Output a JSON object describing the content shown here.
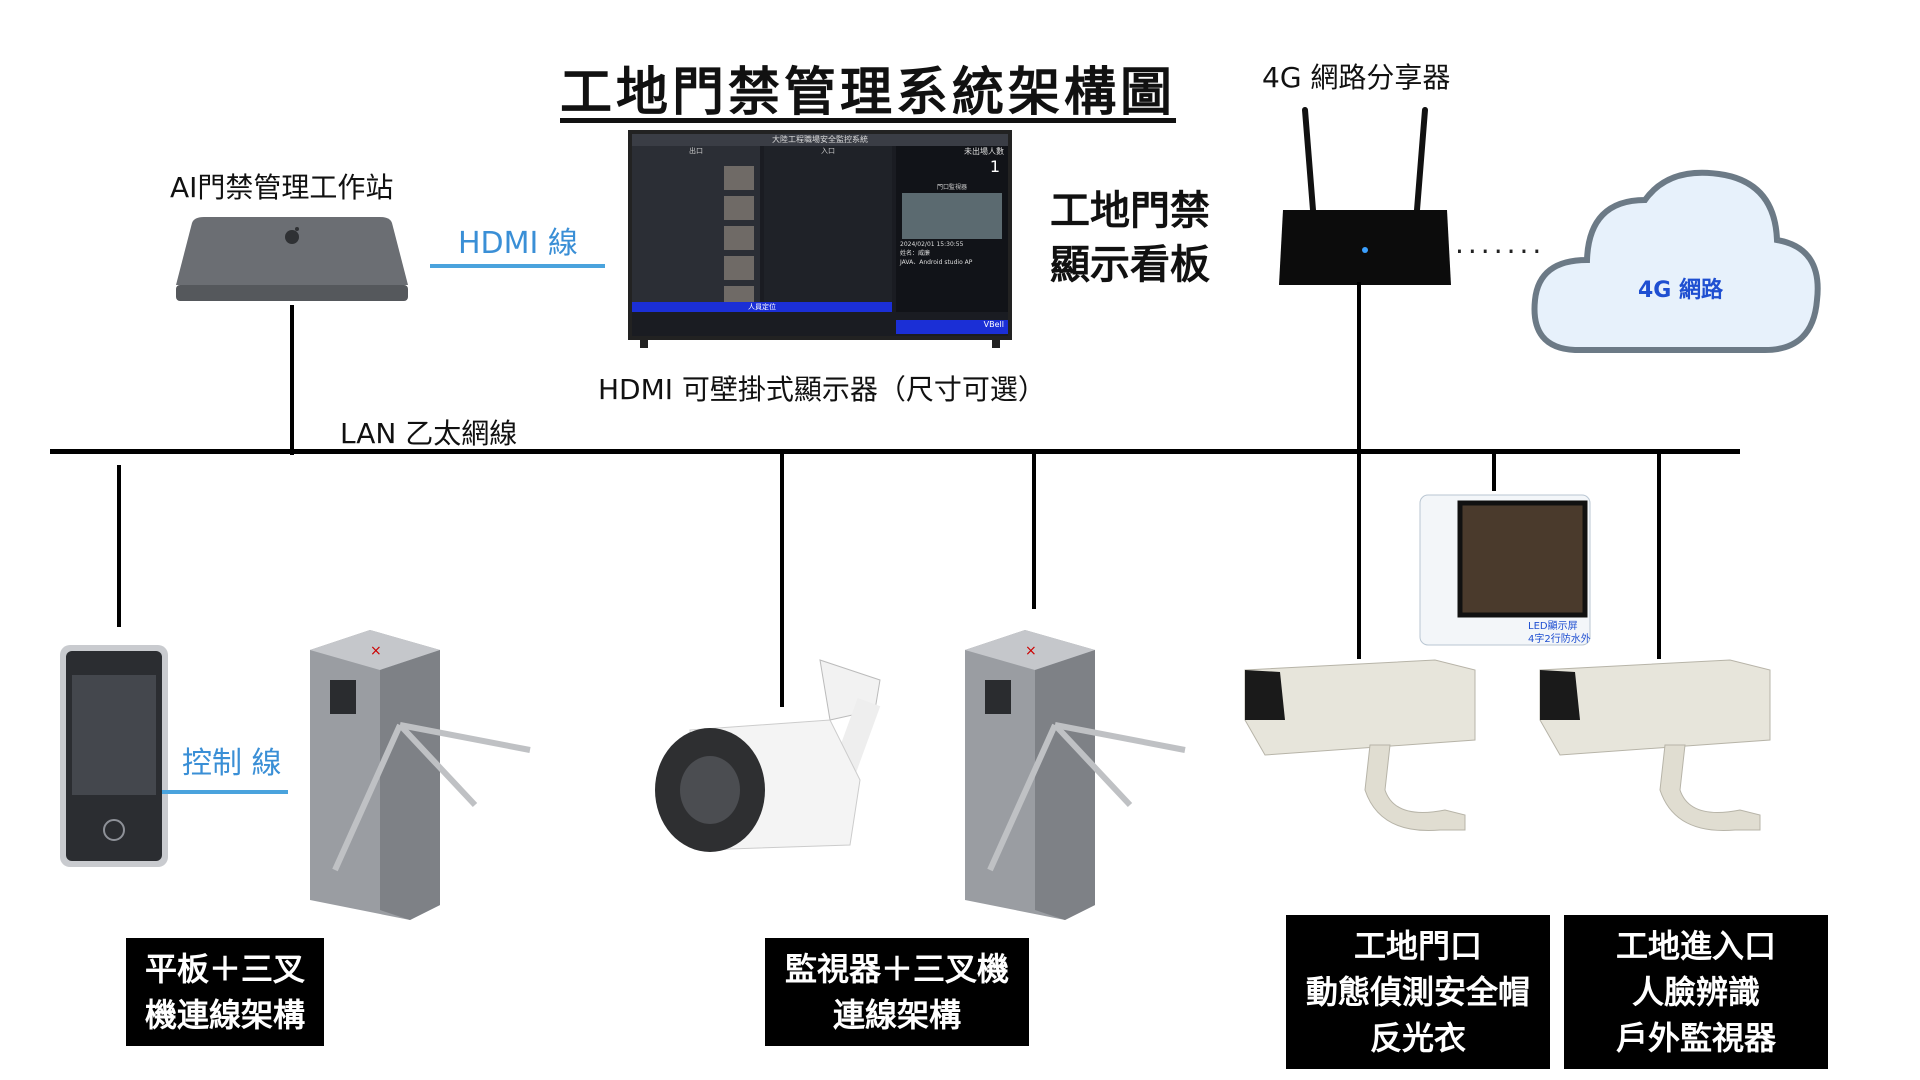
{
  "title": "工地門禁管理系統架構圖",
  "router_label": "4G 網路分享器",
  "workstation_label": "AI門禁管理工作站",
  "hdmi_cable_label": "HDMI 線",
  "signage_label_line1": "工地門禁",
  "signage_label_line2": "顯示看板",
  "cloud_label": "4G 網路",
  "monitor_label": "HDMI 可壁掛式顯示器（尺寸可選）",
  "lan_label": "LAN 乙太網線",
  "control_cable_label": "控制 線",
  "led_sign_line1": "LED顯示屏",
  "led_sign_line2": "4字2行防水外",
  "monitor_screen": {
    "header": "大陸工程職場安全監控系統",
    "col_out": "出口",
    "col_in": "入口",
    "not_out_label": "未出場人數",
    "not_out_count": "1",
    "gate_monitor": "門口監視器",
    "timestamp": "2024/02/01 15:30:55",
    "name_line": "姓名：威廉",
    "info_line": "JAVA、Android studio AP",
    "bar_label": "人員定位",
    "brand": "VBell"
  },
  "captions": {
    "tablet": [
      "平板＋三叉",
      "機連線架構"
    ],
    "camera": [
      "監視器＋三叉機",
      "連線架構"
    ],
    "gate": [
      "工地門口",
      "動態偵測安全帽",
      "反光衣"
    ],
    "entrance": [
      "工地進入口",
      "人臉辨識",
      "戶外監視器"
    ]
  },
  "colors": {
    "accent_blue": "#3a8fd6",
    "cloud_fill": "#e7f1fb",
    "cloud_text": "#1f4fd1",
    "screen_bar": "#1b2fd6"
  }
}
